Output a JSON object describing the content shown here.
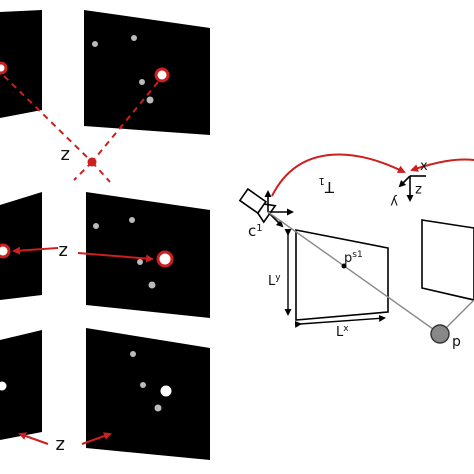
{
  "labels": {
    "z_top": "z",
    "z_mid": "z",
    "z_bottom": "z",
    "camera": "c",
    "camera_sub": "1",
    "transform": "T",
    "transform_sub": "1",
    "axis_x": "x",
    "axis_y": "y",
    "axis_z": "z",
    "point_on_plane": "p",
    "point_on_plane_sub": "s1",
    "dimension_x": "L",
    "dimension_x_sub": "x",
    "dimension_y": "L",
    "dimension_y_sub": "y",
    "sphere": "p"
  },
  "colors": {
    "accent_red": "#cc1f1f",
    "panel_black": "#000000",
    "line_gray": "#8a8a8a"
  }
}
